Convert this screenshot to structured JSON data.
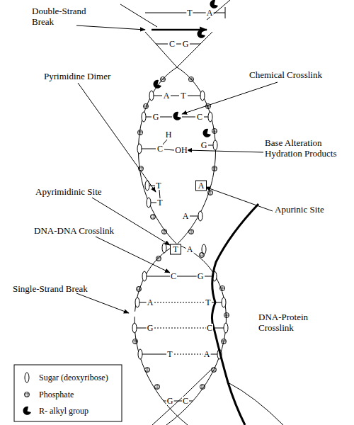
{
  "diagram": {
    "nodes": [
      {
        "text": [
          "A"
        ]
      },
      {
        "text": [
          "T"
        ]
      }
    ],
    "labels": [
      "Double-Strand Break",
      "T",
      "A",
      "C",
      "G",
      "Chemical Crosslink",
      "Pyrimidine Dimer",
      "A",
      "T",
      "G",
      "C",
      "H",
      "C",
      "OH",
      "G",
      "Base Alteration Hydration Products",
      "Apyrimidinic Site",
      "T",
      "T",
      "Apurinic Site",
      "A",
      "DNA-DNA Crosslink",
      "A",
      "C",
      "G",
      "Single-Strand Break",
      "A",
      "T",
      "DNA-Protein Crosslink",
      "G",
      "C",
      "T",
      "A",
      "G",
      "C"
    ],
    "legend": [
      {
        "text": "Sugar (deoxyribose)"
      },
      {
        "text": "Phosphate"
      },
      {
        "text": "R- alkyl group"
      }
    ]
  }
}
